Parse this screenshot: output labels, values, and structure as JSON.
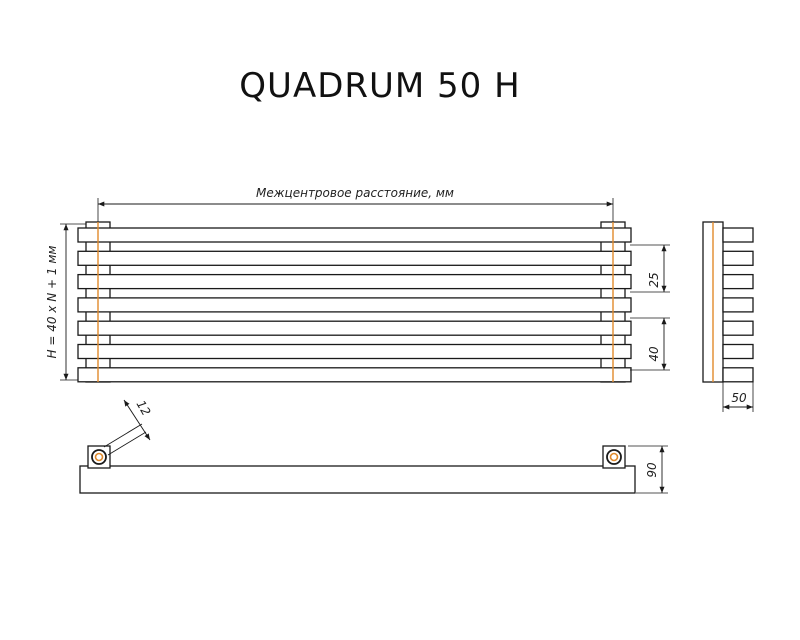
{
  "title": "QUADRUM 50 H",
  "front_view": {
    "center_distance_label": "Межцентровое расстояние, мм",
    "height_formula_label": "H = 40 x N + 1 мм",
    "tube_pitch_label": "25",
    "tube_spacing_label": "40",
    "tube_count": 7
  },
  "side_view": {
    "depth_label": "50"
  },
  "top_view": {
    "pipe_diameter_label": "12",
    "height_label": "90"
  },
  "colors": {
    "line": "#1a1a1a",
    "accent": "#e08a2c"
  }
}
